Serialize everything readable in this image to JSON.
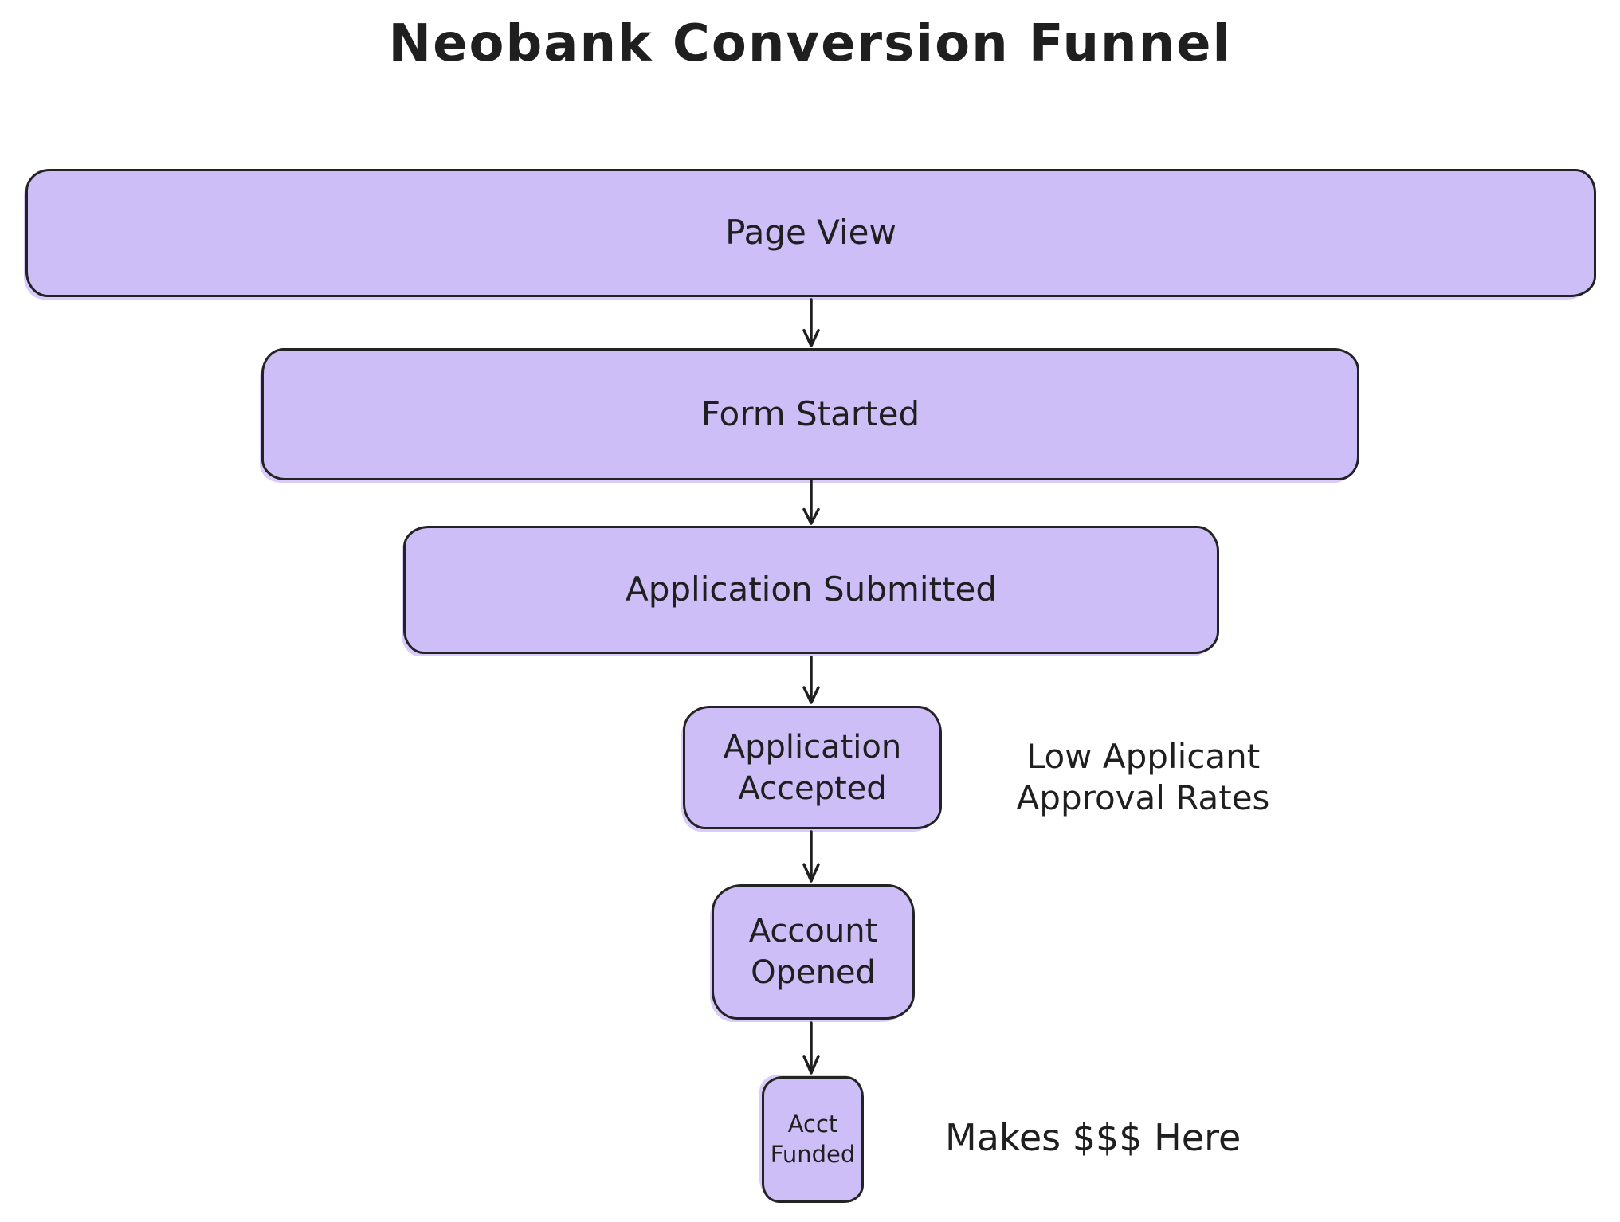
{
  "title": "Neobank Conversion Funnel",
  "colors": {
    "stage_fill": "#cdbef8",
    "stage_border": "#232323",
    "ink": "#1f1f1f"
  },
  "funnel": {
    "stages": [
      {
        "label": "Page View"
      },
      {
        "label": "Form Started"
      },
      {
        "label": "Application Submitted"
      },
      {
        "label": "Application Accepted"
      },
      {
        "label": "Account Opened"
      },
      {
        "label": "Acct Funded"
      }
    ]
  },
  "annotations": {
    "approval": {
      "line1": "Low Applicant",
      "line2": "Approval Rates"
    },
    "money": {
      "text": "Makes $$$ Here"
    }
  }
}
